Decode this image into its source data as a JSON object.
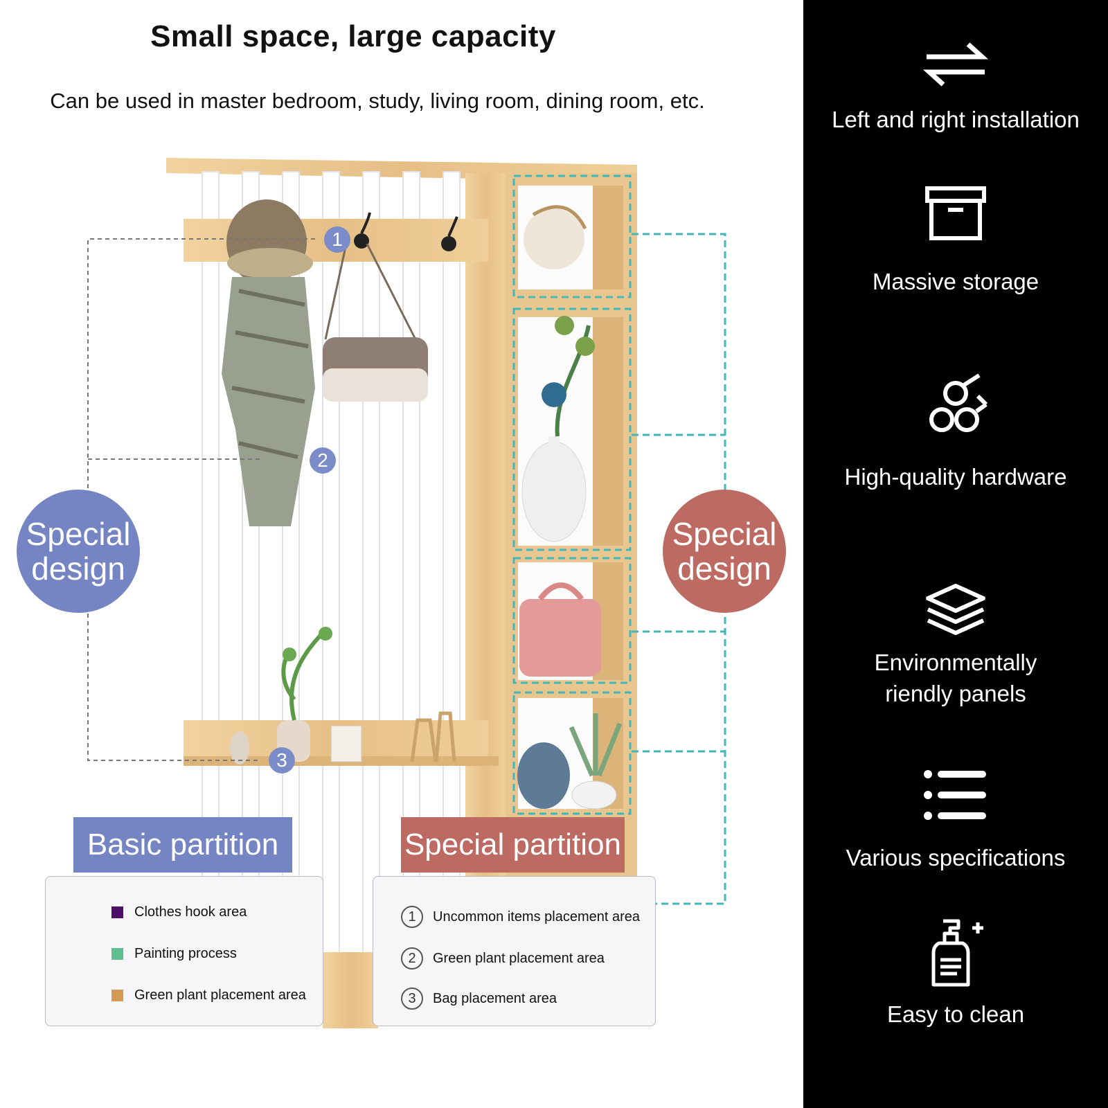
{
  "header": {
    "title": "Small space, large capacity",
    "subtitle": "Can be used in master bedroom, study, living room, dining room, etc."
  },
  "badges": {
    "left": "Special\ndesign",
    "right": "Special\ndesign"
  },
  "markers": [
    "1",
    "2",
    "3"
  ],
  "basic_partition": {
    "title": "Basic partition",
    "items": [
      {
        "label": "Clothes hook area",
        "color": "#4b0f66"
      },
      {
        "label": "Painting process",
        "color": "#5fbf8f"
      },
      {
        "label": "Green plant placement area",
        "color": "#d49a55"
      }
    ]
  },
  "special_partition": {
    "title": "Special partition",
    "items": [
      {
        "num": "1",
        "label": "Uncommon items placement area"
      },
      {
        "num": "2",
        "label": "Green plant placement area"
      },
      {
        "num": "3",
        "label": "Bag placement area"
      }
    ]
  },
  "features": [
    {
      "icon": "swap-arrows-icon",
      "label": "Left and right installation"
    },
    {
      "icon": "storage-box-icon",
      "label": "Massive storage"
    },
    {
      "icon": "logs-icon",
      "label": "High-quality hardware"
    },
    {
      "icon": "layers-icon",
      "label": "Environmentally\nriendly panels"
    },
    {
      "icon": "list-icon",
      "label": "Various specifications"
    },
    {
      "icon": "spray-bottle-icon",
      "label": "Easy to clean"
    }
  ],
  "colors": {
    "basic": "#7584c2",
    "special": "#bd6a63",
    "wood": "#e7c38d",
    "dashed_teal": "#41b6b6"
  }
}
